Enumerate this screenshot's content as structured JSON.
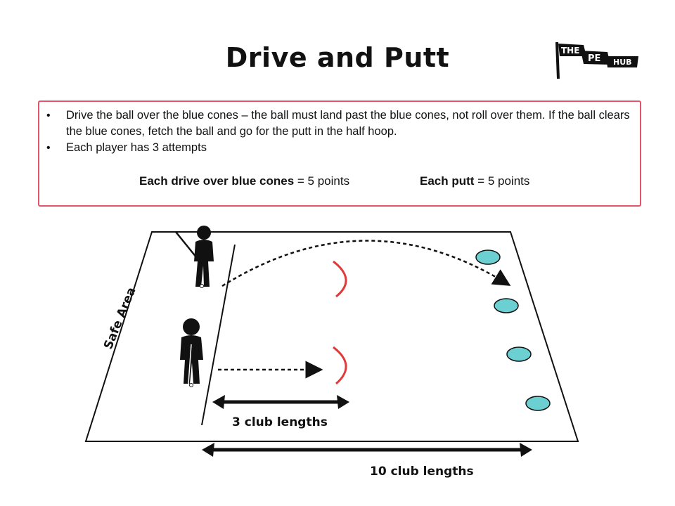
{
  "title": "Drive and Putt",
  "logo": {
    "word1": "THE",
    "word2": "PE",
    "word3": "HUB"
  },
  "instructions": [
    "Drive the ball over the blue cones – the ball must land past the blue cones, not roll over them. If the ball clears the blue cones, fetch the ball and go for the putt in the half hoop.",
    "Each player has 3 attempts"
  ],
  "scoring": {
    "drive_label": "Each drive over blue cones",
    "drive_value": " = 5 points",
    "putt_label": "Each putt",
    "putt_value": " = 5 points"
  },
  "diagram": {
    "safe_area_label": "Safe Area",
    "short_distance_label": "3 club lengths",
    "long_distance_label": "10 club lengths"
  },
  "colors": {
    "box_border": "#e3546a",
    "cone_fill": "#6ccfd2",
    "hoop": "#e03a3a"
  }
}
